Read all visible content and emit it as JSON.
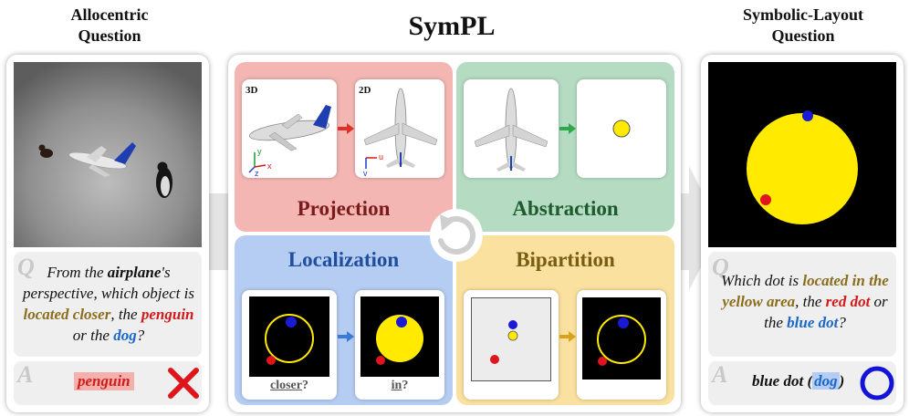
{
  "left": {
    "title_line1": "Allocentric",
    "title_line2": "Question",
    "q_letter": "Q",
    "q_part1": "From the ",
    "q_airplane": "airplane",
    "q_part2": "'s perspective, which object is ",
    "q_closer": "located closer",
    "q_part3": ", the ",
    "q_penguin": "penguin",
    "q_part4": " or the ",
    "q_dog": "dog",
    "q_end": "?",
    "a_letter": "A",
    "answer": "penguin",
    "result_icon": "cross-icon",
    "result_color": "#e0151b"
  },
  "center": {
    "title": "SymPL",
    "projection": {
      "label": "Projection",
      "tag_3d": "3D",
      "tag_2d": "2D",
      "color": "#f4b6b3",
      "label_color": "#7a1b1b"
    },
    "abstraction": {
      "label": "Abstraction",
      "color": "#b5dcc2",
      "label_color": "#1d5a2d"
    },
    "localization": {
      "label": "Localization",
      "color": "#b6cdf3",
      "label_color": "#1f4f9c",
      "cap_left": "closer",
      "cap_left_q": "?",
      "cap_right": "in",
      "cap_right_q": "?"
    },
    "bipartition": {
      "label": "Bipartition",
      "color": "#fbe1a0",
      "label_color": "#7a5c12"
    },
    "axes": {
      "y": "y",
      "x": "x",
      "z": "z",
      "u": "u",
      "v": "v"
    },
    "cycle_icon": "cycle-arrow-icon"
  },
  "right": {
    "title_line1": "Symbolic-Layout",
    "title_line2": "Question",
    "q_letter": "Q",
    "q_part1": "Which dot is ",
    "q_located": "located in the yellow area",
    "q_part2": ", the ",
    "q_red": "red dot",
    "q_part3": " or the ",
    "q_blue": "blue dot",
    "q_end": "?",
    "a_letter": "A",
    "answer_main": "blue dot (",
    "answer_dog": "dog",
    "answer_close": ")",
    "result_icon": "circle-check-icon",
    "result_color": "#1414d6"
  }
}
